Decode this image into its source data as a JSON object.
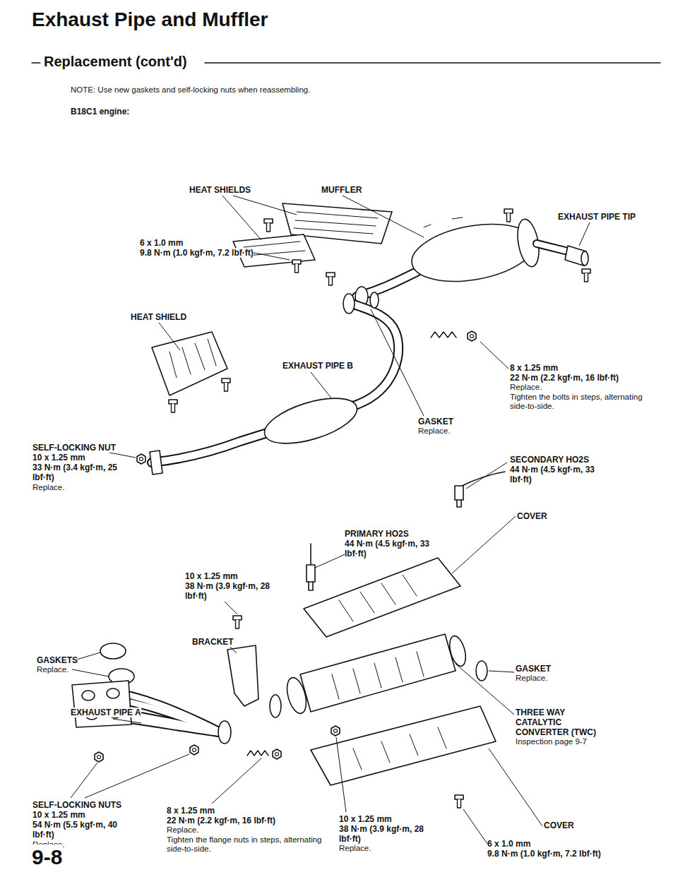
{
  "diagram": {
    "title": "Exhaust Pipe and Muffler",
    "labels": [
      "Replacement (cont'd)",
      "NOTE: Use new gaskets and self-locking nuts when reassembling.",
      "B18C1 engine:",
      "HEAT SHIELDS",
      "MUFFLER",
      "EXHAUST PIPE TIP",
      "6 x 1.0 mm",
      "9.8 N·m (1.0 kgf·m, 7.2 lbf·ft)",
      "HEAT SHIELD",
      "EXHAUST PIPE B",
      "8 x 1.25 mm",
      "22 N·m (2.2 kgf·m, 16 lbf·ft)",
      "Replace.",
      "Tighten the bolts in steps, alternating side-to-side.",
      "GASKET",
      "Replace.",
      "SELF-LOCKING NUT",
      "10 x 1.25 mm",
      "33 N·m (3.4 kgf·m, 25 lbf·ft)",
      "Replace.",
      "SECONDARY HO2S",
      "44 N·m (4.5 kgf·m, 33 lbf·ft)",
      "COVER",
      "PRIMARY HO2S",
      "44 N·m (4.5 kgf·m, 33 lbf·ft)",
      "10 x 1.25 mm",
      "38 N·m (3.9 kgf·m, 28 lbf·ft)",
      "BRACKET",
      "GASKETS",
      "Replace.",
      "GASKET",
      "Replace.",
      "EXHAUST PIPE A",
      "THREE WAY CATALYTIC CONVERTER (TWC)",
      "Inspection page 9-7",
      "COVER",
      "SELF-LOCKING NUTS",
      "10 x 1.25 mm",
      "54 N·m (5.5 kgf·m, 40 lbf·ft)",
      "Replace.",
      "8 x 1.25 mm",
      "22 N·m (2.2 kgf·m, 16 lbf·ft)",
      "Replace.",
      "Tighten the flange nuts in steps, alternating side-to-side.",
      "10 x 1.25 mm",
      "38 N·m (3.9 kgf·m, 28 lbf·ft)",
      "Replace.",
      "6 x 1.0 mm",
      "9.8 N·m (1.0 kgf·m, 7.2 lbf·ft)",
      "9-8"
    ]
  }
}
